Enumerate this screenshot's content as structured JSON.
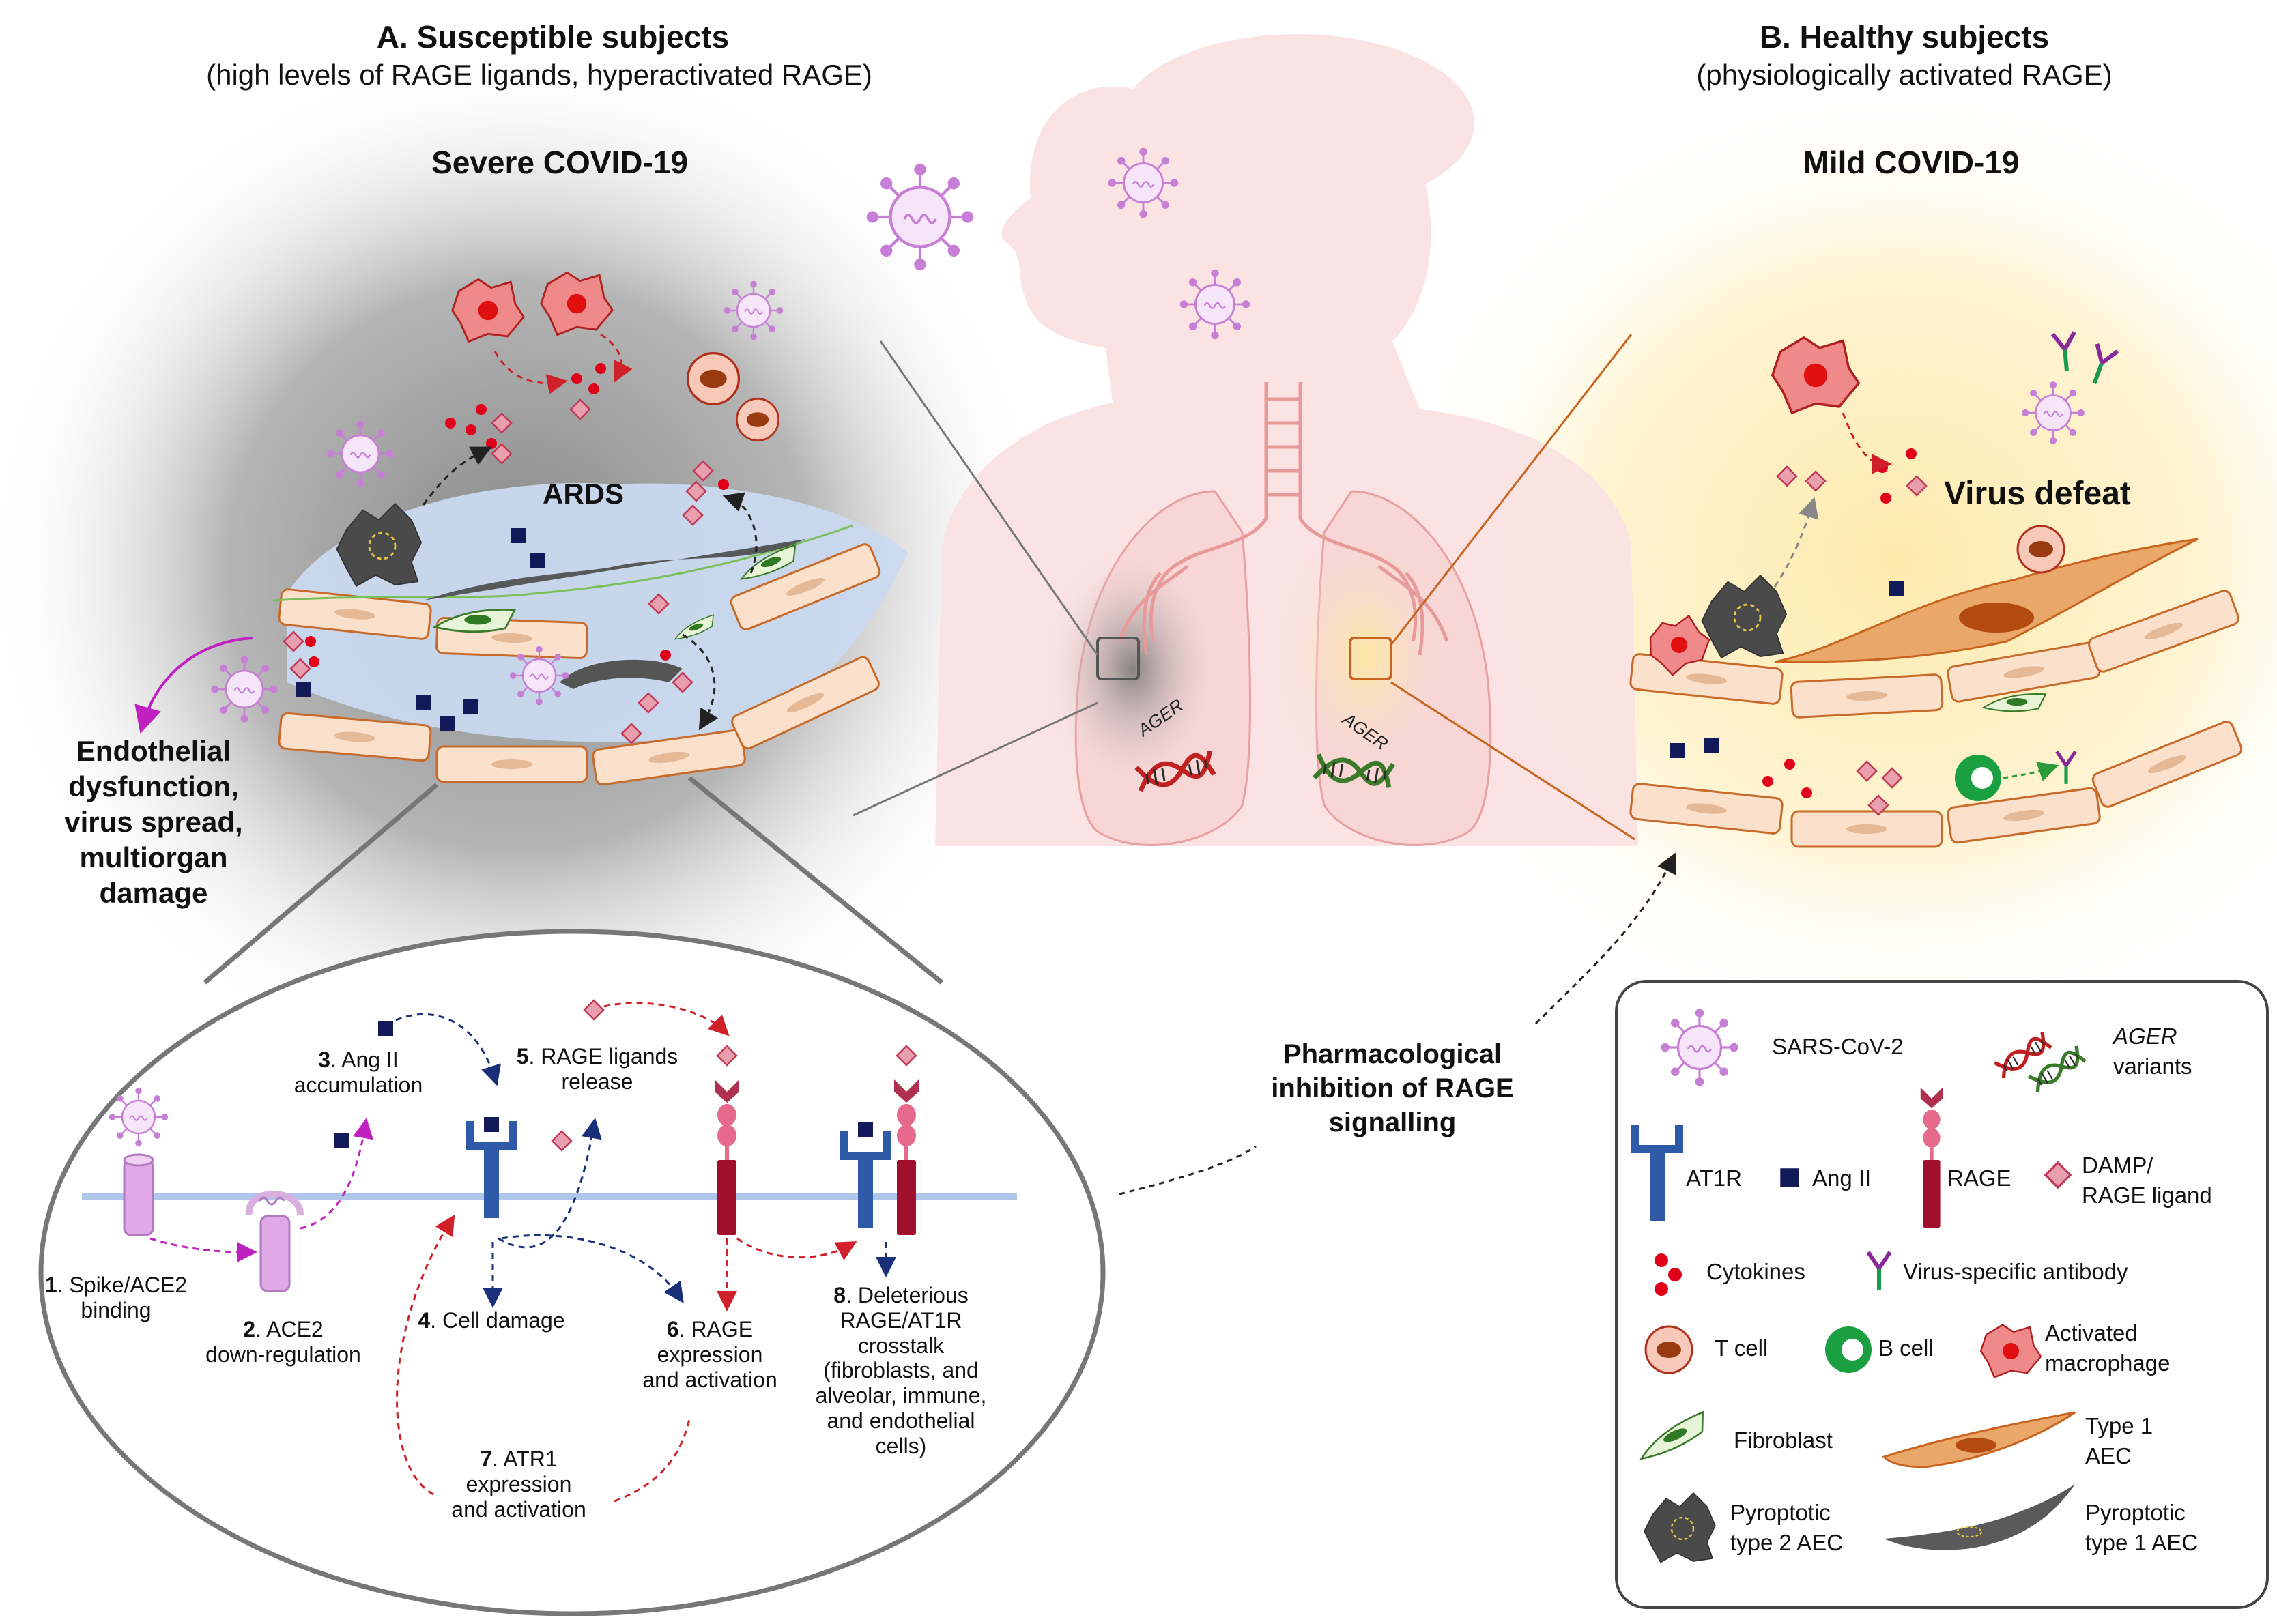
{
  "panel_a": {
    "title": "A. Susceptible subjects",
    "subtitle": "(high levels of RAGE ligands, hyperactivated RAGE)",
    "condition": "Severe COVID-19",
    "ards_label": "ARDS",
    "outcome_lines": [
      "Endothelial",
      "dysfunction,",
      "virus spread,",
      "multiorgan",
      "damage"
    ]
  },
  "panel_b": {
    "title": "B. Healthy subjects",
    "subtitle": "(physiologically activated RAGE)",
    "condition": "Mild COVID-19",
    "virus_label": "Virus defeat"
  },
  "gene_label": "AGER",
  "pharma_lines": [
    "Pharmacological",
    "inhibition of RAGE",
    "signalling"
  ],
  "steps": {
    "s1": {
      "num": "1",
      "lines": [
        ". Spike/ACE2",
        "binding"
      ]
    },
    "s2": {
      "num": "2",
      "lines": [
        ". ACE2",
        "down-regulation"
      ]
    },
    "s3": {
      "num": "3",
      "lines": [
        ". Ang II",
        "accumulation"
      ]
    },
    "s4": {
      "num": "4",
      "lines": [
        ". Cell damage"
      ]
    },
    "s5": {
      "num": "5",
      "lines": [
        ". RAGE ligands",
        "release"
      ]
    },
    "s6": {
      "num": "6",
      "lines": [
        ". RAGE",
        "expression",
        "and activation"
      ]
    },
    "s7": {
      "num": "7",
      "lines": [
        ". ATR1",
        "expression",
        "and activation"
      ]
    },
    "s8": {
      "num": "8",
      "lines": [
        ". Deleterious",
        "RAGE/AT1R",
        "crosstalk",
        "(fibroblasts, and",
        "alveolar, immune,",
        "and endothelial",
        "cells)"
      ]
    }
  },
  "legend": {
    "sars": "SARS-CoV-2",
    "ager_a": "AGER",
    "ager_b": "variants",
    "at1r": "AT1R",
    "ang": "Ang II",
    "rage": "RAGE",
    "damp_a": "DAMP/",
    "damp_b": "RAGE ligand",
    "cyto": "Cytokines",
    "antibody": "Virus-specific antibody",
    "tcell": "T cell",
    "bcell": "B cell",
    "macro_a": "Activated",
    "macro_b": "macrophage",
    "fibro": "Fibroblast",
    "aec1_a": "Type 1",
    "aec1_b": "AEC",
    "pyro2_a": "Pyroptotic",
    "pyro2_b": "type 2 AEC",
    "pyro1_a": "Pyroptotic",
    "pyro1_b": "type 1 AEC"
  },
  "colors": {
    "virus": "#c77fd6",
    "ligand": "#e0607a",
    "cytokine": "#e0001a",
    "receptor_at1r": "#2e5aa8",
    "rage": "#a0102c",
    "angii": "#111a5c",
    "endothelium": "#f5cfb0",
    "fibroblast": "#3a7a2a",
    "type1_aec": "#e9a86a"
  }
}
